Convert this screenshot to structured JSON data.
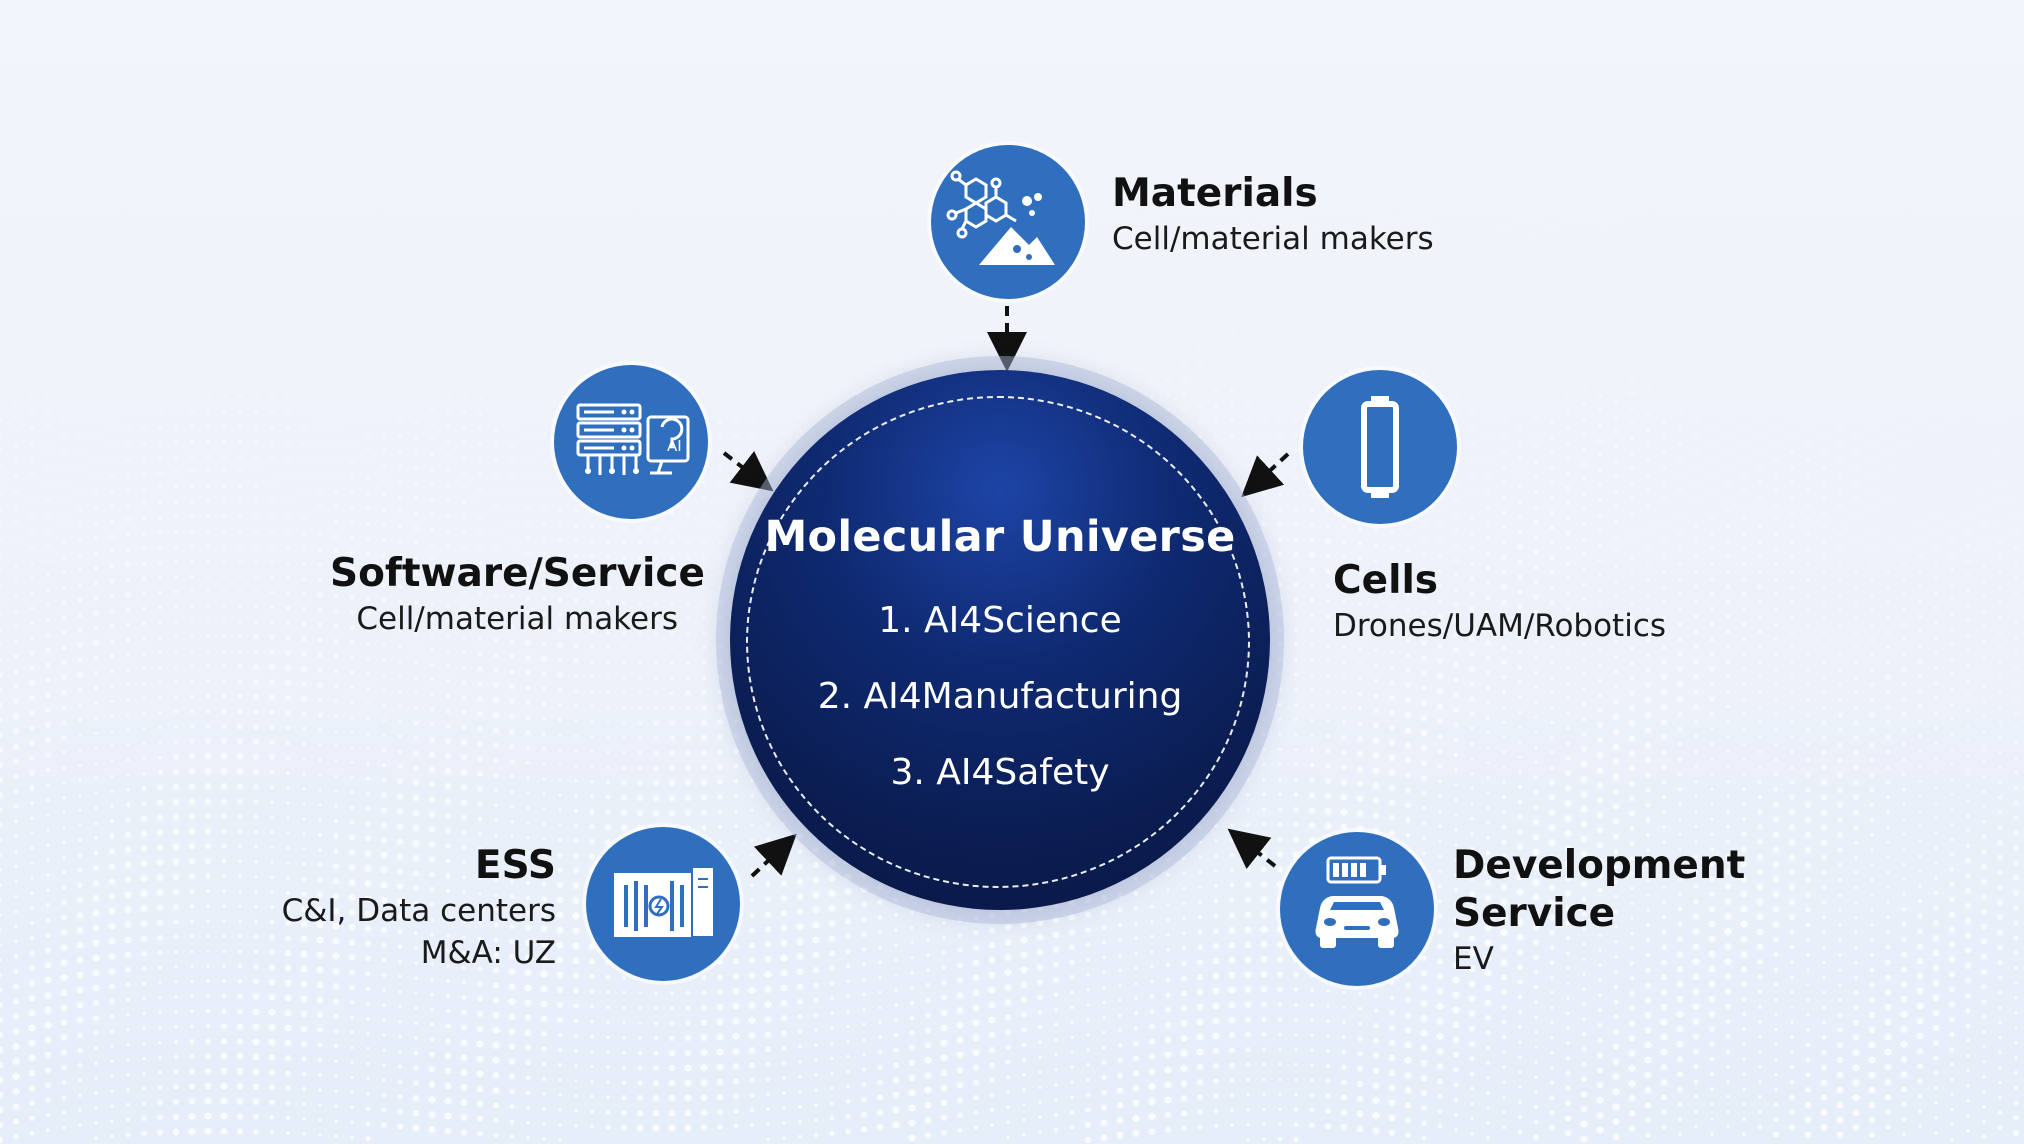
{
  "center": {
    "title": "Molecular Universe",
    "items": [
      "1. AI4Science",
      "2. AI4Manufacturing",
      "3. AI4Safety"
    ]
  },
  "nodes": {
    "materials": {
      "title": "Materials",
      "subtitle": "Cell/material makers"
    },
    "software": {
      "title": "Software/Service",
      "subtitle": "Cell/material makers",
      "icon_text": "AI"
    },
    "cells": {
      "title": "Cells",
      "subtitle": "Drones/UAM/Robotics"
    },
    "ess": {
      "title": "ESS",
      "lines": [
        "C&I, Data centers",
        "M&A: UZ"
      ]
    },
    "development": {
      "title_lines": [
        "Development",
        "Service"
      ],
      "subtitle": "EV"
    }
  },
  "icons": {
    "materials": "molecule-mountain-icon",
    "software": "server-ai-icon",
    "cells": "battery-cell-icon",
    "ess": "energy-storage-container-icon",
    "development": "electric-car-icon"
  },
  "colors": {
    "node_fill": "#2f6fbe",
    "center_fill": "#0b1d52",
    "arrow": "#111111"
  }
}
